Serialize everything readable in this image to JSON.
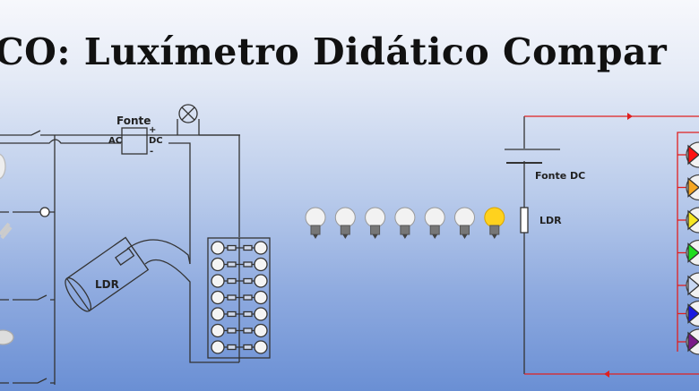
{
  "title": "CO: Luxímetro Didático Compar",
  "left_circuit": {
    "fonte": "Fonte",
    "ac": "AC",
    "dc": "DC",
    "plus": "+",
    "minus": "-",
    "ldr": "LDR"
  },
  "right_circuit": {
    "fonte_dc": "Fonte DC",
    "ldr": "LDR",
    "led_colors": [
      "#ff1010",
      "#f5a623",
      "#f5e623",
      "#20dd20",
      "#c8d8f4",
      "#1a1ae0",
      "#7a1a8a"
    ],
    "wire_color": "#e02020"
  },
  "bulbs": {
    "count_off": 6,
    "count_on": 1
  }
}
